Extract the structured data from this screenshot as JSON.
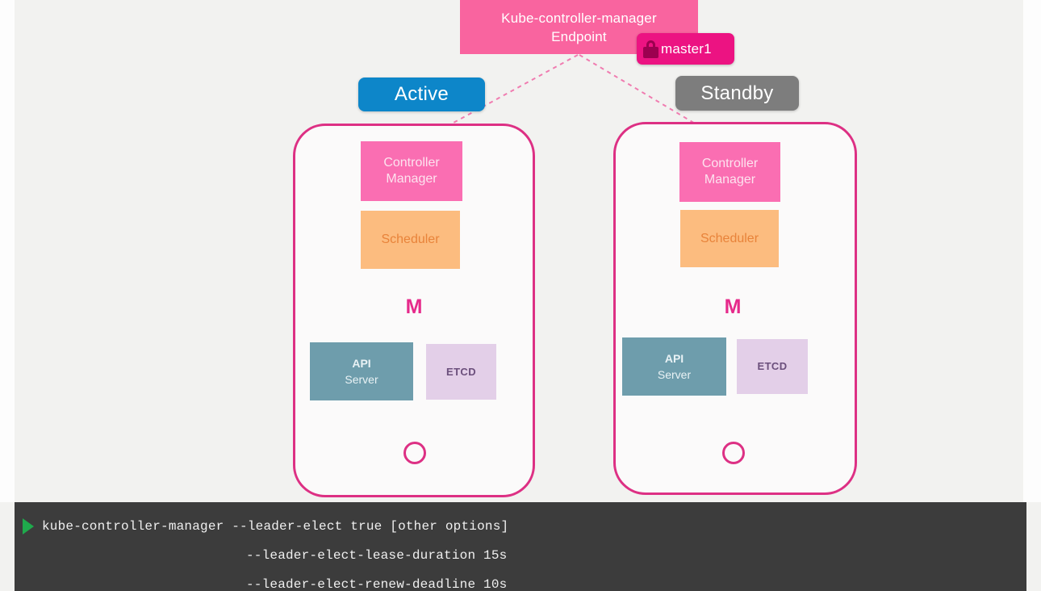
{
  "endpoint": {
    "line1": "Kube-controller-manager",
    "line2": "Endpoint"
  },
  "master_badge": {
    "icon": "lock-icon",
    "label": "master1"
  },
  "status_pills": {
    "active": "Active",
    "standby": "Standby"
  },
  "nodes": [
    {
      "role": "active",
      "controller_manager": {
        "line1": "Controller",
        "line2": "Manager"
      },
      "scheduler": "Scheduler",
      "master_letter": "M",
      "api_server": {
        "line1": "API",
        "line2": "Server"
      },
      "etcd": "ETCD",
      "home_button": "home-circle"
    },
    {
      "role": "standby",
      "controller_manager": {
        "line1": "Controller",
        "line2": "Manager"
      },
      "scheduler": "Scheduler",
      "master_letter": "M",
      "api_server": {
        "line1": "API",
        "line2": "Server"
      },
      "etcd": "ETCD",
      "home_button": "home-circle"
    }
  ],
  "terminal": {
    "prompt_icon": "play-caret-icon",
    "lines": [
      "kube-controller-manager --leader-elect true  [other options]",
      "--leader-elect-lease-duration 15s",
      "--leader-elect-renew-deadline 10s"
    ]
  },
  "colors": {
    "endpoint_pink": "#f9649f",
    "badge_magenta": "#ec1382",
    "active_blue": "#0d86c9",
    "standby_gray": "#7d7d7d",
    "node_border_pink": "#dd3084",
    "controller_manager_pink": "#fa6eb2",
    "scheduler_orange": "#fcbc7f",
    "api_server_blue": "#6e9dac",
    "etcd_lavender": "#e3cfe8",
    "terminal_bg": "#3c3c3c",
    "caret_green": "#1faa4c",
    "canvas_bg": "#f2f2f0"
  }
}
